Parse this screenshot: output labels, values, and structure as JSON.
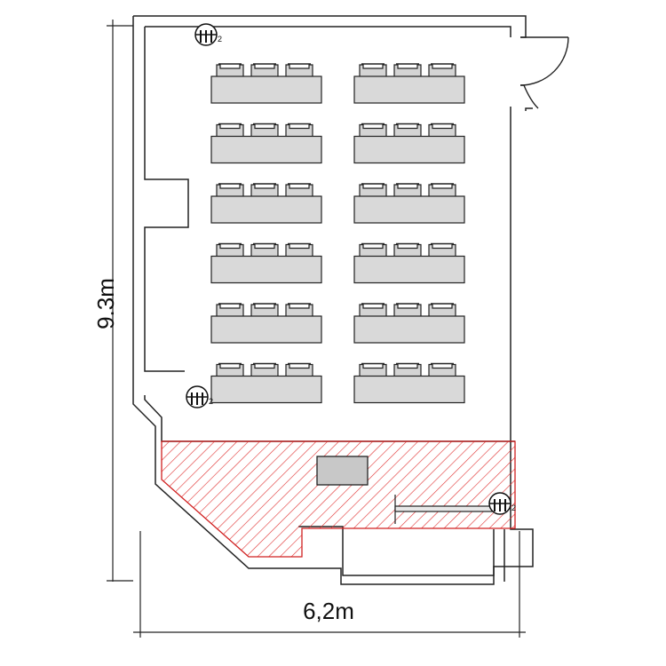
{
  "dimensions": {
    "height_label": "9.3m",
    "width_label": "6,2m"
  },
  "fixture_tag": "2",
  "layout": {
    "seating_rows": 6,
    "tables_per_row": 2,
    "chairs_per_table": 3
  },
  "colors": {
    "table_fill": "#d9d9d9",
    "hatch": "#e02020",
    "line": "#222222",
    "screen_fill": "#c8c8c8"
  }
}
